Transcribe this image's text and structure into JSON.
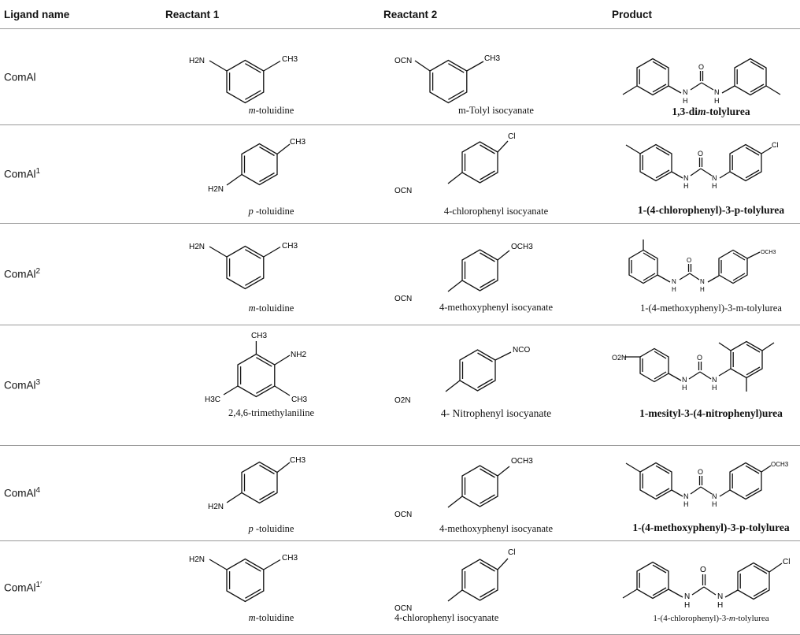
{
  "headers": {
    "ligand": "Ligand name",
    "reactant1": "Reactant 1",
    "reactant2": "Reactant 2",
    "product": "Product"
  },
  "rows": [
    {
      "ligand": "ComAl",
      "ligand_sup": "",
      "r1": {
        "name": "m-toluidine",
        "italic_prefix": "m",
        "rest": "-toluidine",
        "groups": [
          "H2N",
          "CH3"
        ]
      },
      "r2": {
        "name": "m-Tolyl isocyanate",
        "groups": [
          "OCN",
          "CH3"
        ]
      },
      "p": {
        "name": "1,3-dim-tolylurea",
        "pre": "1,3-di",
        "it": "m",
        "post": "-tolylurea",
        "labels": [
          "O",
          "N",
          "N",
          "H",
          "H"
        ]
      }
    },
    {
      "ligand": "ComAl",
      "ligand_sup": "1",
      "r1": {
        "name": "p-toluidine",
        "italic_prefix": "p",
        "rest": " -toluidine",
        "groups": [
          "H2N",
          "CH3"
        ]
      },
      "r2": {
        "name": "4-chlorophenyl isocyanate",
        "groups": [
          "OCN",
          "Cl"
        ]
      },
      "p": {
        "name": "1-(4-chlorophenyl)-3-p-tolylurea",
        "labels": [
          "O",
          "N",
          "N",
          "H",
          "H",
          "Cl"
        ]
      }
    },
    {
      "ligand": "ComAl",
      "ligand_sup": "2",
      "r1": {
        "name": "m-toluidine",
        "italic_prefix": "m",
        "rest": "-toluidine",
        "groups": [
          "H2N",
          "CH3"
        ]
      },
      "r2": {
        "name": "4-methoxyphenyl isocyanate",
        "groups": [
          "OCN",
          "OCH3"
        ]
      },
      "p": {
        "name": "1-(4-methoxyphenyl)-3-m-tolylurea",
        "labels": [
          "O",
          "N",
          "N",
          "H",
          "H",
          "OCH3"
        ]
      }
    },
    {
      "ligand": "ComAl",
      "ligand_sup": "3",
      "r1": {
        "name": "2,4,6-trimethylaniline",
        "groups": [
          "CH3",
          "NH2",
          "H3C",
          "CH3"
        ]
      },
      "r2": {
        "name": "4- Nitrophenyl isocyanate",
        "groups": [
          "NCO",
          "O2N"
        ]
      },
      "p": {
        "name": "1-mesityl-3-(4-nitrophenyl)urea",
        "labels": [
          "O2N",
          "O",
          "N",
          "N",
          "H",
          "H"
        ]
      }
    },
    {
      "ligand": "ComAl",
      "ligand_sup": "4",
      "r1": {
        "name": "p-toluidine",
        "italic_prefix": "p",
        "rest": " -toluidine",
        "groups": [
          "H2N",
          "CH3"
        ]
      },
      "r2": {
        "name": "4-methoxyphenyl isocyanate",
        "groups": [
          "OCN",
          "OCH3"
        ]
      },
      "p": {
        "name": "1-(4-methoxyphenyl)-3-p-tolylurea",
        "labels": [
          "O",
          "N",
          "N",
          "H",
          "H",
          "OCH3"
        ]
      }
    },
    {
      "ligand": "ComAl",
      "ligand_sup": "1′",
      "r1": {
        "name": "m-toluidine",
        "italic_prefix": "m",
        "rest": "-toluidine",
        "groups": [
          "H2N",
          "CH3"
        ]
      },
      "r2": {
        "name": "4-chlorophenyl isocyanate",
        "groups": [
          "OCN",
          "Cl"
        ]
      },
      "p": {
        "name": "1-(4-chlorophenyl)-3-m-tolylurea",
        "pre": "1-(4-chlorophenyl)-3-",
        "it": "m",
        "post": "-tolylurea",
        "labels": [
          "O",
          "N",
          "N",
          "H",
          "H",
          "Cl"
        ]
      }
    }
  ]
}
